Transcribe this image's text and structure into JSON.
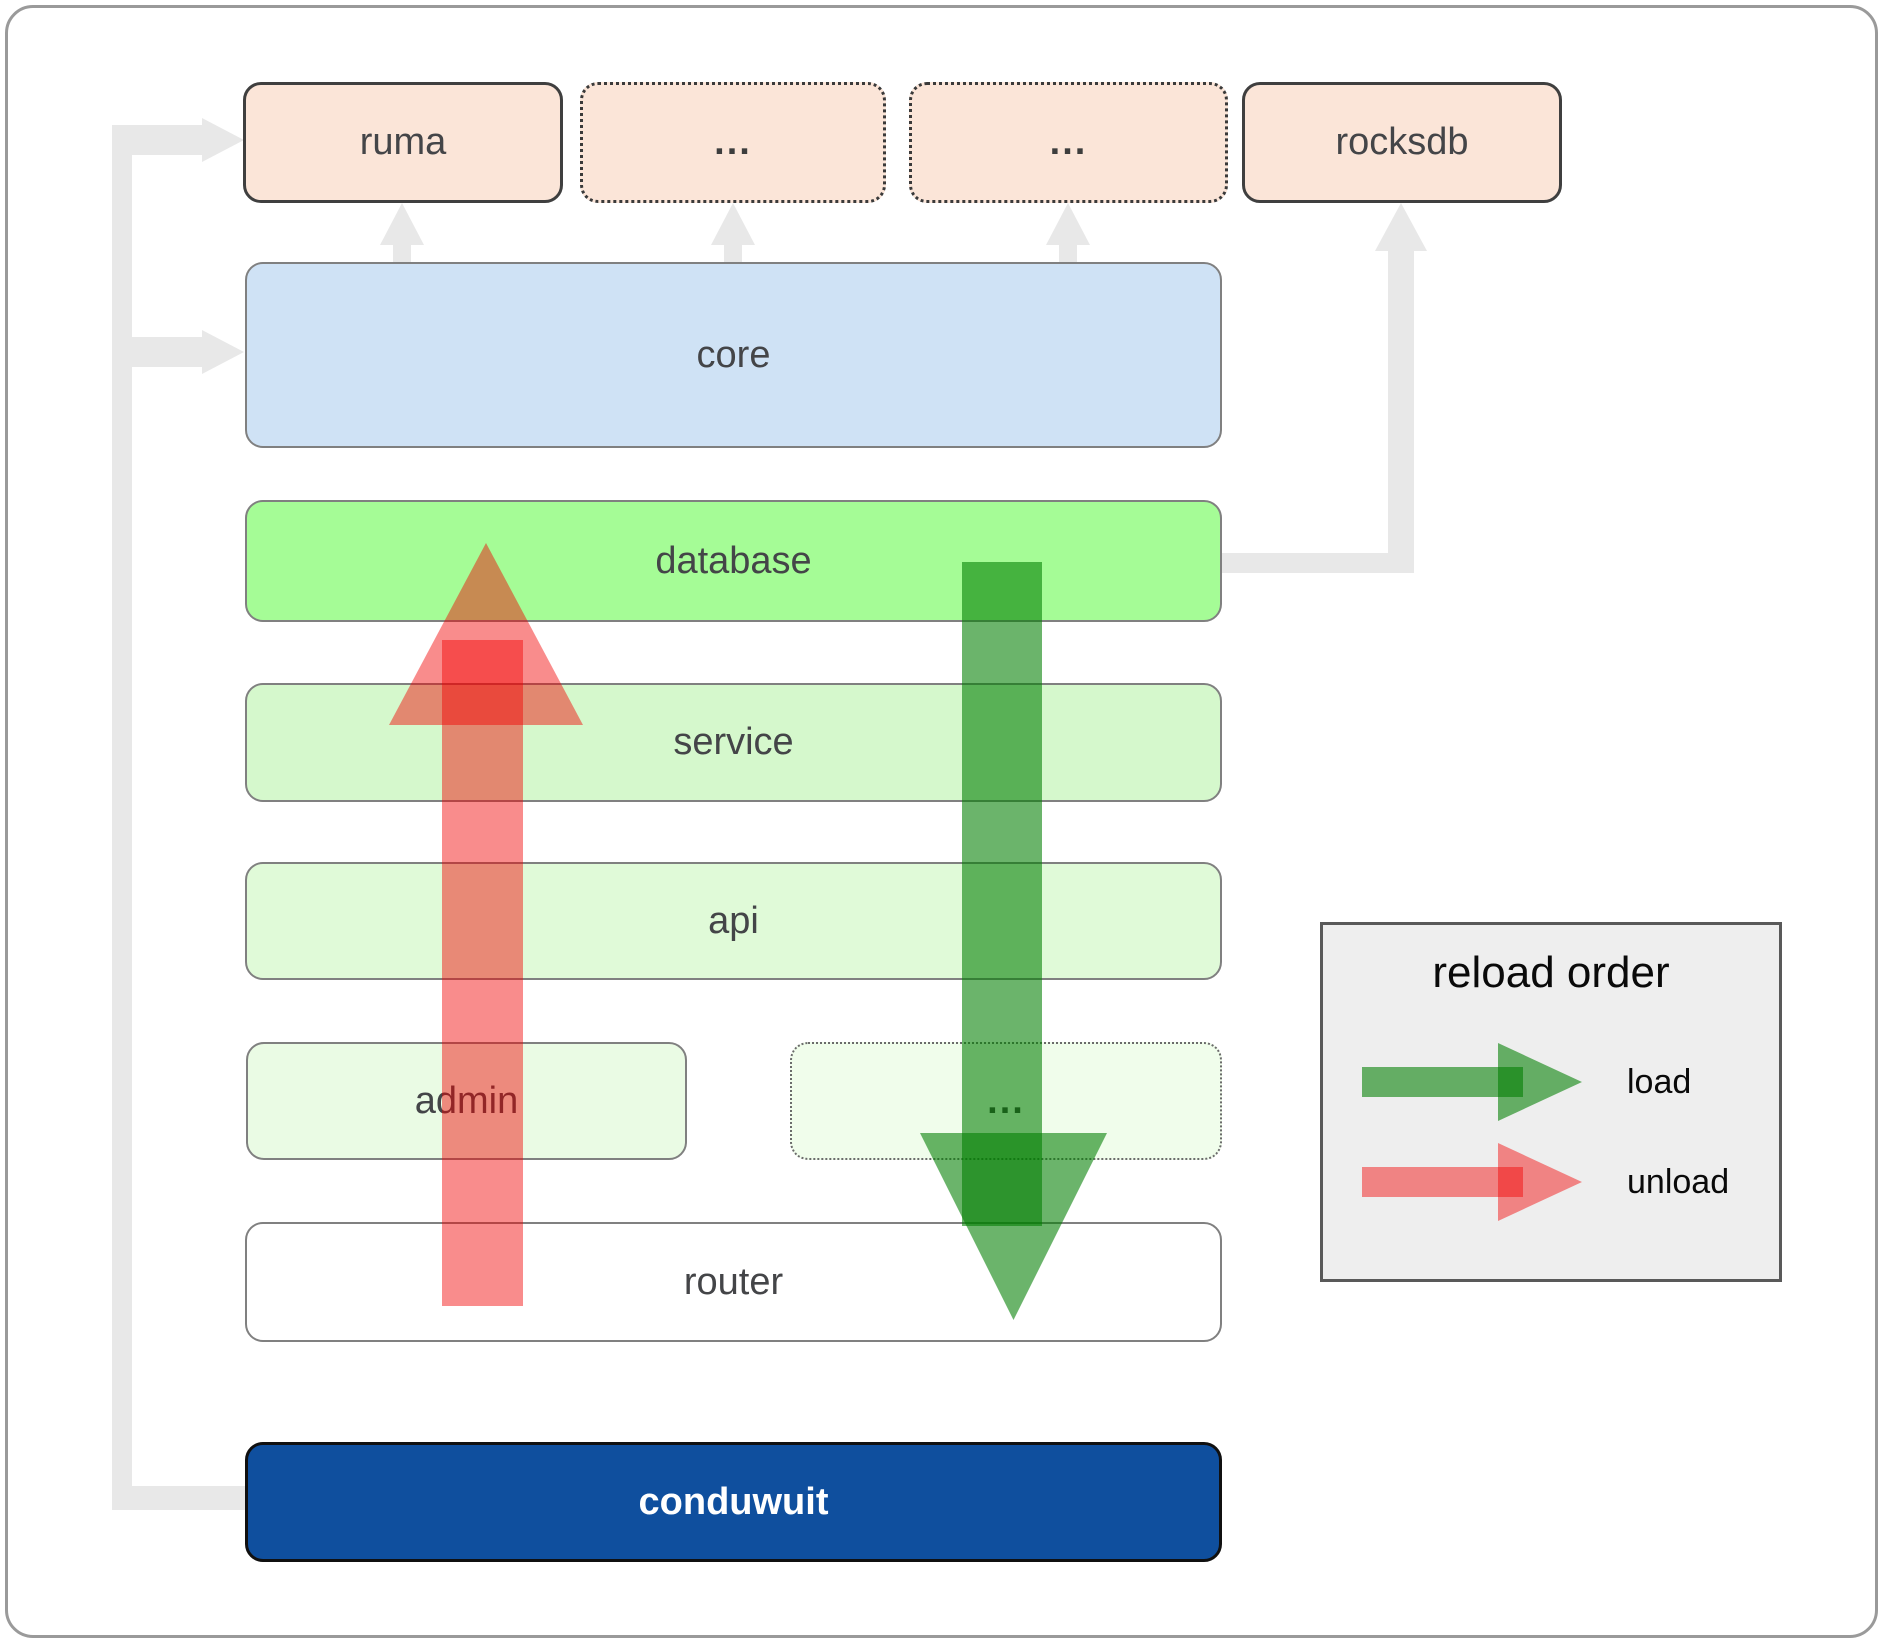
{
  "boxes": {
    "ruma": {
      "label": "ruma"
    },
    "deps_more_1": {
      "label": "..."
    },
    "deps_more_2": {
      "label": "..."
    },
    "rocksdb": {
      "label": "rocksdb"
    },
    "core": {
      "label": "core"
    },
    "database": {
      "label": "database"
    },
    "service": {
      "label": "service"
    },
    "api": {
      "label": "api"
    },
    "admin": {
      "label": "admin"
    },
    "services_more": {
      "label": "..."
    },
    "router": {
      "label": "router"
    },
    "conduwuit": {
      "label": "conduwuit"
    }
  },
  "legend": {
    "title": "reload order",
    "load_label": "load",
    "unload_label": "unload"
  },
  "colors": {
    "dependency_fill": "#fbe5d8",
    "core_fill": "#cfe2f5",
    "database_fill": "#a5fc96",
    "service_fill": "#d5f8cc",
    "api_fill": "#e0fad8",
    "admin_fill": "#eafbe4",
    "router_fill": "#ffffff",
    "conduwuit_fill": "#0f4f9e",
    "load_arrow": "rgba(0,125,0,0.58)",
    "unload_arrow": "rgba(242,0,0,0.45)",
    "connector": "#e8e8e8",
    "legend_fill": "#eeeeee"
  }
}
